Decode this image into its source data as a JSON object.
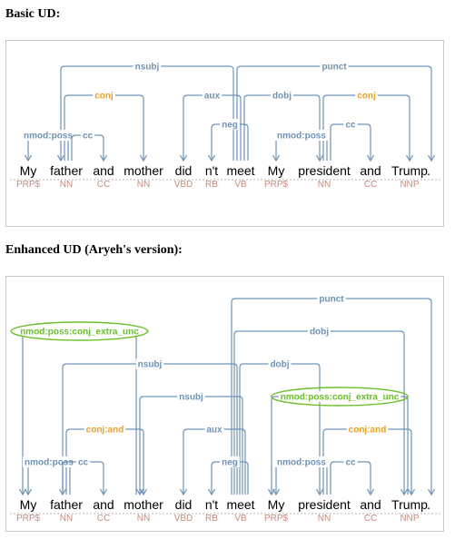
{
  "colors": {
    "arc": "#6f93b8",
    "conj": "#f0a020",
    "enhanced": "#6ac02a",
    "pos": "#c98a7a",
    "dotline": "#b8b8b8"
  },
  "basic": {
    "title": "Basic UD:",
    "words": [
      "My",
      "father",
      "and",
      "mother",
      "did",
      "n't",
      "meet",
      "My",
      "president",
      "and",
      "Trump",
      "."
    ],
    "pos": [
      "PRP$",
      "NN",
      "CC",
      "NN",
      "VBD",
      "RB",
      "VB",
      "PRP$",
      "NN",
      "CC",
      "NNP",
      ""
    ],
    "arcs": [
      {
        "label": "nsubj",
        "head": 6,
        "dep": 1,
        "type": "dep"
      },
      {
        "label": "punct",
        "head": 6,
        "dep": 11,
        "type": "dep"
      },
      {
        "label": "conj",
        "head": 1,
        "dep": 3,
        "type": "conj"
      },
      {
        "label": "aux",
        "head": 6,
        "dep": 4,
        "type": "dep"
      },
      {
        "label": "dobj",
        "head": 6,
        "dep": 8,
        "type": "dep"
      },
      {
        "label": "conj",
        "head": 8,
        "dep": 10,
        "type": "conj"
      },
      {
        "label": "nmod:poss",
        "head": 1,
        "dep": 0,
        "type": "dep"
      },
      {
        "label": "cc",
        "head": 1,
        "dep": 2,
        "type": "dep"
      },
      {
        "label": "neg",
        "head": 6,
        "dep": 5,
        "type": "dep"
      },
      {
        "label": "nmod:poss",
        "head": 8,
        "dep": 7,
        "type": "dep"
      },
      {
        "label": "cc",
        "head": 8,
        "dep": 9,
        "type": "dep"
      }
    ]
  },
  "enhanced": {
    "title": "Enhanced UD (Aryeh's version):",
    "words": [
      "My",
      "father",
      "and",
      "mother",
      "did",
      "n't",
      "meet",
      "My",
      "president",
      "and",
      "Trump",
      "."
    ],
    "pos": [
      "PRP$",
      "NN",
      "CC",
      "NN",
      "VBD",
      "RB",
      "VB",
      "PRP$",
      "NN",
      "CC",
      "NNP",
      ""
    ],
    "arcs": [
      {
        "label": "punct",
        "head": 6,
        "dep": 11,
        "type": "dep"
      },
      {
        "label": "dobj",
        "head": 6,
        "dep": 10,
        "type": "dep"
      },
      {
        "label": "nmod:poss:conj_extra_unc",
        "head": 3,
        "dep": 0,
        "type": "enh"
      },
      {
        "label": "nsubj",
        "head": 6,
        "dep": 1,
        "type": "dep"
      },
      {
        "label": "dobj",
        "head": 6,
        "dep": 8,
        "type": "dep"
      },
      {
        "label": "nsubj",
        "head": 6,
        "dep": 3,
        "type": "dep"
      },
      {
        "label": "nmod:poss:conj_extra_unc",
        "head": 10,
        "dep": 7,
        "type": "enh"
      },
      {
        "label": "conj:and",
        "head": 1,
        "dep": 3,
        "type": "conj"
      },
      {
        "label": "aux",
        "head": 6,
        "dep": 4,
        "type": "dep"
      },
      {
        "label": "conj:and",
        "head": 8,
        "dep": 10,
        "type": "conj"
      },
      {
        "label": "nmod:poss",
        "head": 1,
        "dep": 0,
        "type": "dep"
      },
      {
        "label": "cc",
        "head": 1,
        "dep": 2,
        "type": "dep"
      },
      {
        "label": "neg",
        "head": 6,
        "dep": 5,
        "type": "dep"
      },
      {
        "label": "nmod:poss",
        "head": 8,
        "dep": 7,
        "type": "dep"
      },
      {
        "label": "cc",
        "head": 8,
        "dep": 9,
        "type": "dep"
      }
    ]
  }
}
